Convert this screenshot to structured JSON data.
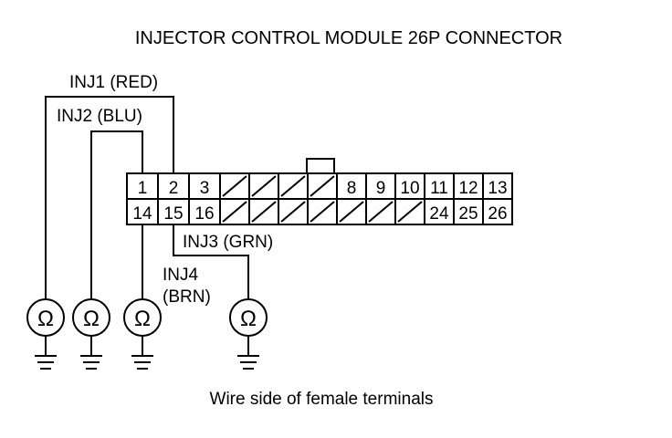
{
  "title": "INJECTOR CONTROL MODULE 26P CONNECTOR",
  "caption": "Wire side of female terminals",
  "wires": [
    {
      "label": "INJ1 (RED)"
    },
    {
      "label": "INJ2 (BLU)"
    },
    {
      "label": "INJ3 (GRN)"
    },
    {
      "label": "INJ4",
      "label2": "(BRN)"
    }
  ],
  "meter_symbol": "Ω",
  "connector": {
    "top_row": [
      "1",
      "2",
      "3",
      "",
      "",
      "",
      "",
      "8",
      "9",
      "10",
      "11",
      "12",
      "13"
    ],
    "bottom_row": [
      "14",
      "15",
      "16",
      "",
      "",
      "",
      "",
      "",
      "",
      "",
      "24",
      "25",
      "26"
    ]
  }
}
